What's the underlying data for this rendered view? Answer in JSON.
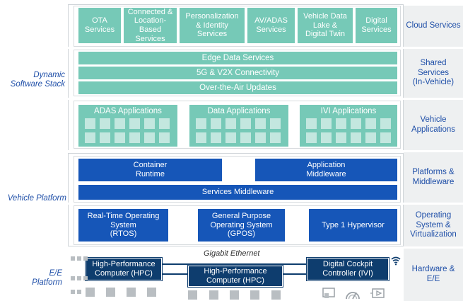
{
  "left_labels": {
    "dynamic": "Dynamic\nSoftware Stack",
    "vehicle_platform": "Vehicle Platform",
    "ee_platform": "E/E\nPlatform"
  },
  "cloud_services": [
    "OTA\nServices",
    "Connected &\nLocation-\nBased\nServices",
    "Personalization\n& Identity\nServices",
    "AV/ADAS\nServices",
    "Vehicle Data\nLake &\nDigital Twin",
    "Digital\nServices"
  ],
  "shared_bars": [
    "Edge Data Services",
    "5G & V2X Connectivity",
    "Over-the-Air Updates"
  ],
  "app_panels": [
    "ADAS Applications",
    "Data Applications",
    "IVI Applications"
  ],
  "platforms": {
    "container_runtime": "Container\nRuntime",
    "application_middleware": "Application\nMiddleware",
    "services_middleware": "Services Middleware"
  },
  "os": {
    "rtos": "Real-Time Operating\nSystem\n(RTOS)",
    "gpos": "General Purpose\nOperating System\n(GPOS)",
    "hypervisor": "Type 1 Hypervisor"
  },
  "hardware": {
    "ethernet": "Gigabit Ethernet",
    "hpc_left": "High-Performance\nComputer (HPC)",
    "hpc_center": "High-Performance\nComputer (HPC)",
    "ivi": "Digital Cockpit\nController (IVI)"
  },
  "right_labels": {
    "cloud": "Cloud Services",
    "shared": "Shared\nServices\n(In-Vehicle)",
    "vehicle_apps": "Vehicle\nApplications",
    "platforms": "Platforms &\nMiddleware",
    "os": "Operating\nSystem &\nVirtualization",
    "hardware": "Hardware &\nE/E"
  },
  "icons": [
    "wifi-icon",
    "screen-cast-icon",
    "gauge-icon",
    "media-play-icon"
  ],
  "colors": {
    "teal": "#76c9b7",
    "teal_light": "#c3e7df",
    "blue": "#1656b8",
    "navy": "#0e3d6e",
    "label_blue": "#1f4fa8",
    "right_column_bg": "#eef0f1"
  }
}
